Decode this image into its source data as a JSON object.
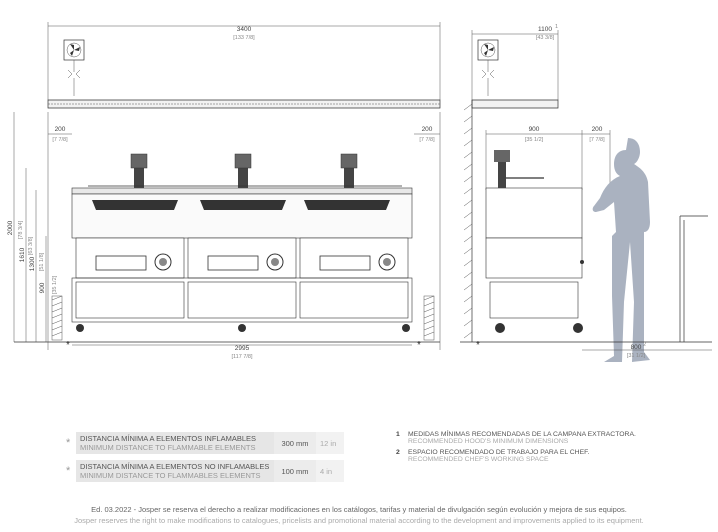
{
  "dims": {
    "total_width_mm": "3400",
    "total_width_in": "[133 7/8]",
    "depth_mm": "1100",
    "depth_in": "[43 3/8]",
    "depth_note": "1",
    "left_clear_mm": "200",
    "left_clear_in": "[7 7/8]",
    "right_clear_mm": "200",
    "right_clear_in": "[7 7/8]",
    "side_top_mm": "900",
    "side_top_in": "[35 1/2]",
    "side_right_mm": "200",
    "side_right_in": "[7 7/8]",
    "height_total": "2000",
    "h1610_mm": "1610",
    "h1610_in": "[63 3/8]",
    "h1300_mm": "1300",
    "h1300_in": "[51 1/8]",
    "h900_mm": "900",
    "h900_in": "[35 1/2]",
    "hood_in": "[78 3/4]",
    "base_width_mm": "2995",
    "base_width_in": "[117 7/8]",
    "work_mm": "800",
    "work_in": "[31 1/2]",
    "work_note": "2"
  },
  "table": {
    "rows": [
      {
        "star": "*",
        "es": "DISTANCIA MÍNIMA A ELEMENTOS INFLAMABLES",
        "en": "MINIMUM DISTANCE TO FLAMMABLE ELEMENTS",
        "mm": "300 mm",
        "in": "12 in"
      },
      {
        "star": "*",
        "es": "DISTANCIA MÍNIMA A ELEMENTOS NO INFLAMABLES",
        "en": "MINIMUM DISTANCE TO FLAMMABLES ELEMENTS",
        "mm": "100 mm",
        "in": "4 in"
      }
    ]
  },
  "notes": [
    {
      "num": "1",
      "es": "MEDIDAS MÍNIMAS RECOMENDADAS DE LA CAMPANA EXTRACTORA.",
      "en": "RECOMMENDED HOOD'S MINIMUM DIMENSIONS"
    },
    {
      "num": "2",
      "es": "ESPACIO RECOMENDADO DE TRABAJO PARA EL CHEF.",
      "en": "RECOMMENDED CHEF'S WORKING SPACE"
    }
  ],
  "footer": {
    "line1": "Ed. 03.2022 - Josper se reserva el derecho a realizar modificaciones en los catálogos, tarifas y material de divulgación según evolución y mejora de sus equipos.",
    "line2": "Josper reserves the right to make modifications to catalogues, pricelists and promotional material according to the development and improvements applied to its equipment."
  }
}
